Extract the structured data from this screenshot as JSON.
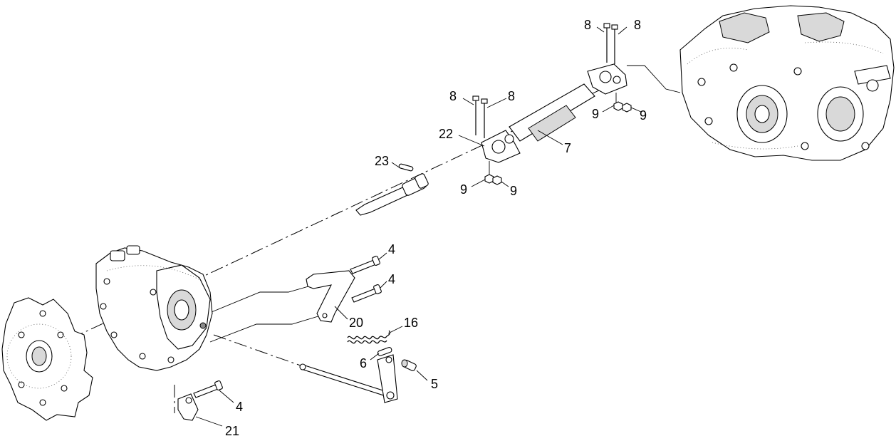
{
  "callouts": {
    "c4a": "4",
    "c4b": "4",
    "c4c": "4",
    "c5": "5",
    "c6": "6",
    "c7": "7",
    "c8a": "8",
    "c8b": "8",
    "c8c": "8",
    "c8d": "8",
    "c9a": "9",
    "c9b": "9",
    "c9c": "9",
    "c9d": "9",
    "c16": "16",
    "c20": "20",
    "c21": "21",
    "c22": "22",
    "c23": "23"
  }
}
